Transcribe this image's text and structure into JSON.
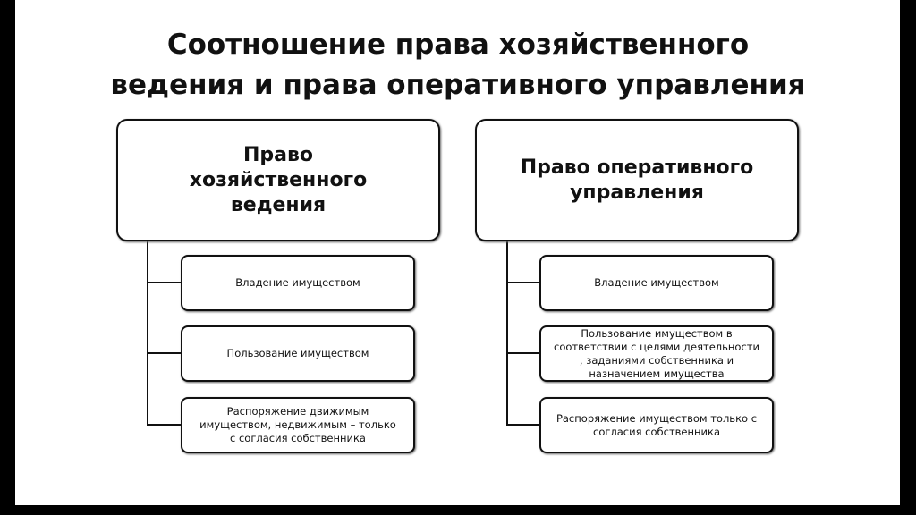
{
  "title": {
    "line1": "Соотношение права хозяйственного",
    "line2": "ведения и права оперативного управления"
  },
  "left": {
    "heading": "Право хозяйственного ведения",
    "items": [
      "Владение имуществом",
      "Пользование имуществом",
      "Распоряжение движимым имуществом, недвижимым – только с согласия собственника"
    ]
  },
  "right": {
    "heading": "Право оперативного управления",
    "items": [
      "Владение имуществом",
      "Пользование имуществом в соответствии с целями деятельности , заданиями собственника и назначением имущества",
      "Распоряжение  имуществом только  с согласия собственника"
    ]
  }
}
